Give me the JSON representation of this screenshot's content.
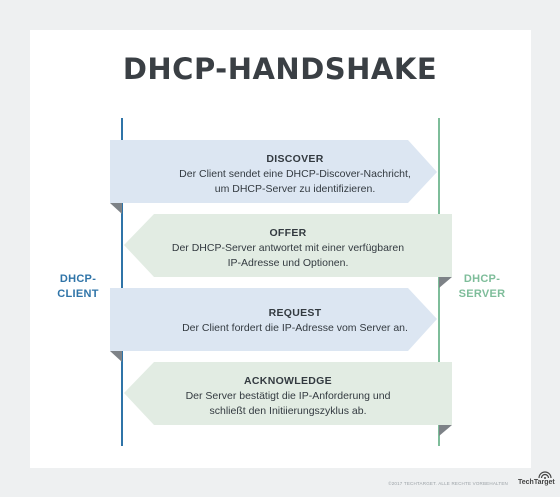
{
  "title": "DHCP-HANDSHAKE",
  "client_label": "DHCP-CLIENT",
  "server_label": "DHCP-SERVER",
  "steps": [
    {
      "title": "DISCOVER",
      "desc_line1": "Der Client sendet eine DHCP-Discover-Nachricht,",
      "desc_line2": "um DHCP-Server zu identifizieren.",
      "direction": "client-to-server"
    },
    {
      "title": "OFFER",
      "desc_line1": "Der DHCP-Server antwortet mit einer verfügbaren",
      "desc_line2": "IP-Adresse und Optionen.",
      "direction": "server-to-client"
    },
    {
      "title": "REQUEST",
      "desc_line1": "Der Client fordert die IP-Adresse vom Server an.",
      "desc_line2": "",
      "direction": "client-to-server"
    },
    {
      "title": "ACKNOWLEDGE",
      "desc_line1": "Der Server bestätigt die IP-Anforderung und",
      "desc_line2": "schließt den Initiierungszyklus ab.",
      "direction": "server-to-client"
    }
  ],
  "colors": {
    "client": "#2f74a8",
    "server": "#7ebd9a",
    "client_arrow_fill": "#dce6f2",
    "server_arrow_fill": "#e2ece3",
    "fold": "#7d8287"
  },
  "footer": {
    "copyright": "©2017 TECHTARGET. ALLE RECHTE VORBEHALTEN",
    "brand": "TechTarget"
  }
}
